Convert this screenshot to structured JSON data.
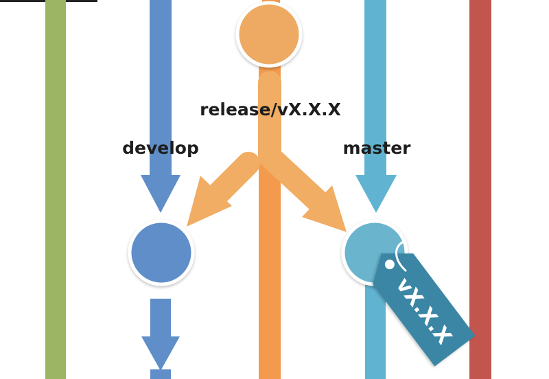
{
  "diagram": {
    "labels": {
      "release": "release/vX.X.X",
      "develop": "develop",
      "master": "master"
    },
    "tag": {
      "text": "vX.X.X"
    },
    "colors": {
      "green_lane": "#9bb565",
      "develop_lane": "#5f8ec8",
      "release_lane": "#f39a4d",
      "release_node": "#eeaa62",
      "merge_arrow": "#f0ad63",
      "master_lane": "#61b4d1",
      "master_node": "#6ab4ce",
      "red_lane": "#c2564f",
      "tag": "#3b86a4"
    }
  }
}
